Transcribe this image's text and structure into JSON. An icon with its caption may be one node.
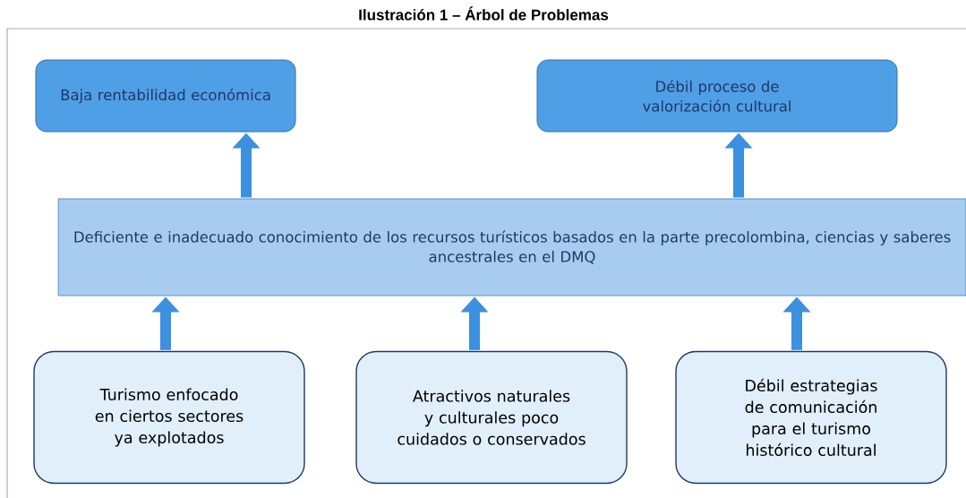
{
  "diagram": {
    "title": "Ilustración 1 – Árbol de Problemas",
    "nodes": [
      {
        "text": [
          "Baja rentabilidad económica"
        ]
      },
      {
        "text": [
          "Débil proceso de valorización cultural"
        ]
      },
      {
        "text": [
          "Deficiente e inadecuado conocimiento de los recursos turísticos basados en la parte precolombina, ciencias y saberes ancestrales en el DMQ"
        ]
      },
      {
        "text": [
          "Turismo enfocado en ciertos sectores ya explotados"
        ]
      },
      {
        "text": [
          "Atractivos naturales y culturales poco cuidados o conservados"
        ]
      },
      {
        "text": [
          "Débil estrategias de comunicación para el turismo histórico cultural"
        ]
      }
    ],
    "edges": [
      {
        "from": 3,
        "to": 2,
        "arrow": "to"
      },
      {
        "from": 4,
        "to": 2,
        "arrow": "to"
      },
      {
        "from": 5,
        "to": 2,
        "arrow": "to"
      },
      {
        "from": 2,
        "to": 0,
        "arrow": "to"
      },
      {
        "from": 2,
        "to": 1,
        "arrow": "to"
      }
    ]
  }
}
